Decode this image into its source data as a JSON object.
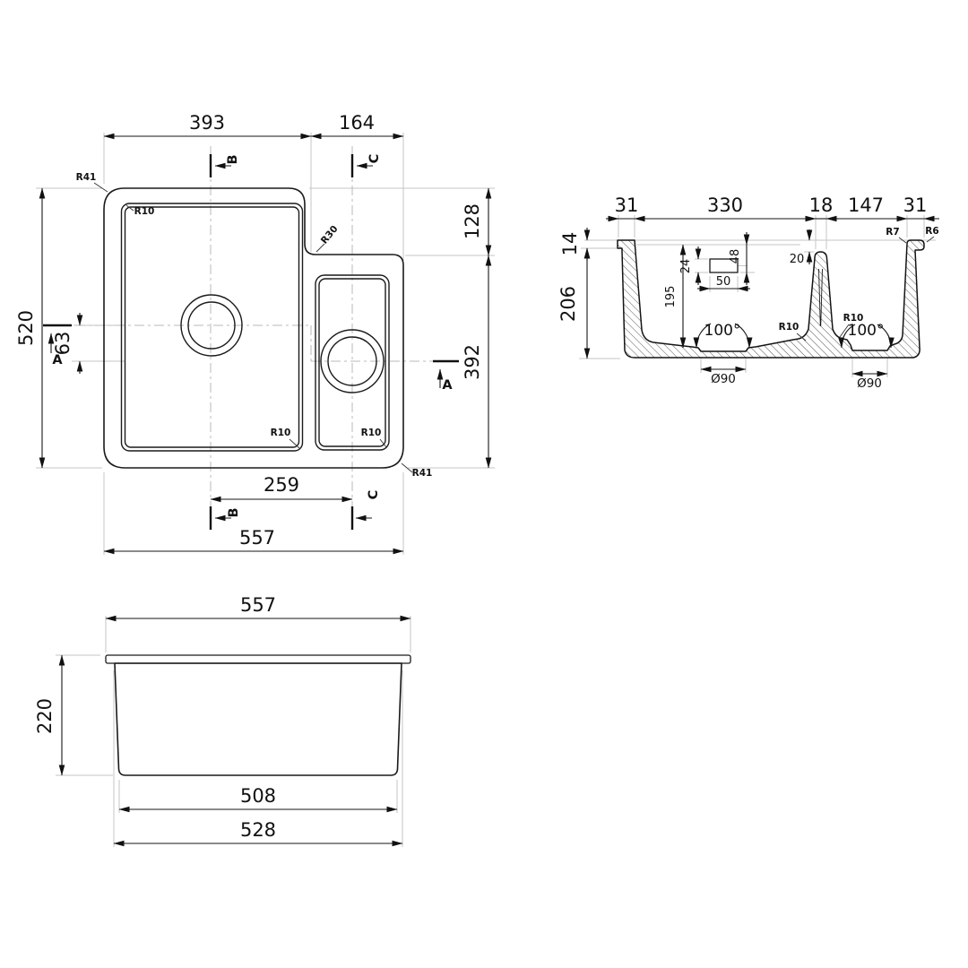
{
  "views": {
    "plan": {
      "dim_width_main": "393",
      "dim_width_small": "164",
      "dim_step_height": "128",
      "dim_small_height": "392",
      "dim_total_height": "520",
      "dim_drain_offset": "63",
      "dim_drain_centers": "259",
      "dim_total_width": "557",
      "label_r41": "R41",
      "label_r10": "R10",
      "label_r30": "R30",
      "marker_a": "A",
      "marker_b": "B",
      "marker_c": "C"
    },
    "section": {
      "dim_flange_left": "31",
      "dim_main_bowl_width": "330",
      "dim_divider_width": "18",
      "dim_small_bowl_width": "147",
      "dim_flange_right": "31",
      "dim_rim_thickness": "14",
      "dim_body_depth": "206",
      "dim_inner_depth": "195",
      "dim_overflow_height": "24",
      "dim_overflow_from_rim": "48",
      "dim_overflow_width": "50",
      "dim_divider_below_rim": "20",
      "label_angle": "100°",
      "label_drain_diameter": "Ø90",
      "label_r7": "R7",
      "label_r6": "R6",
      "label_r10": "R10"
    },
    "front": {
      "dim_total_width": "557",
      "dim_height": "220",
      "dim_base_width": "508",
      "dim_body_width": "528"
    }
  }
}
